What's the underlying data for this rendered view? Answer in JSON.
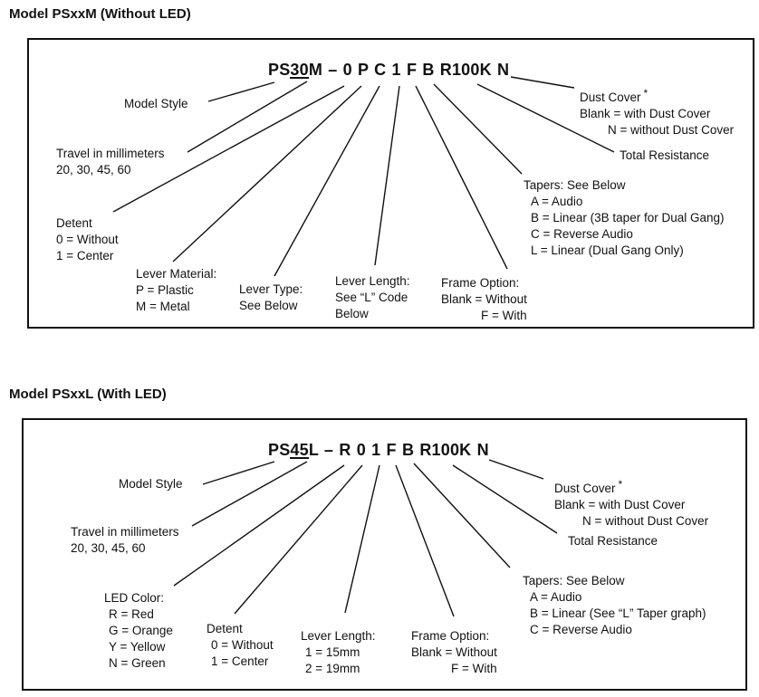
{
  "colors": {
    "text": "#111111",
    "line": "#111111",
    "background": "#ffffff"
  },
  "diagrams": [
    {
      "heading": "Model PSxxM (Without LED)",
      "part": {
        "pre": "PS",
        "travel": "30",
        "post": "M – 0 P C 1 F B R100K N"
      },
      "labels": {
        "model_style": "Model Style",
        "travel": [
          "Travel in millimeters",
          "20, 30, 45, 60"
        ],
        "detent": [
          "Detent",
          "0 = Without",
          "1 = Center"
        ],
        "lever_material": [
          "Lever Material:",
          "P = Plastic",
          "M = Metal"
        ],
        "lever_type": [
          "Lever Type:",
          "See Below"
        ],
        "lever_length": [
          "Lever Length:",
          "See “L” Code",
          "Below"
        ],
        "frame_option": [
          "Frame Option:",
          "Blank = Without",
          "F = With"
        ],
        "tapers": [
          "Tapers: See Below",
          "A = Audio",
          "B = Linear (3B taper for Dual Gang)",
          "C = Reverse Audio",
          "L = Linear (Dual Gang Only)"
        ],
        "total_resistance": "Total Resistance",
        "dust_cover": {
          "title": "Dust Cover",
          "star": "*",
          "lines": [
            "Blank = with Dust Cover",
            "N = without Dust Cover"
          ]
        }
      }
    },
    {
      "heading": "Model PSxxL (With LED)",
      "part": {
        "pre": "PS",
        "travel": "45",
        "post": "L – R 0 1 F B R100K N"
      },
      "labels": {
        "model_style": "Model Style",
        "travel": [
          "Travel in millimeters",
          "20, 30, 45, 60"
        ],
        "led_color": [
          "LED Color:",
          "R = Red",
          "G = Orange",
          "Y = Yellow",
          "N = Green"
        ],
        "detent": [
          "Detent",
          "0 = Without",
          "1 = Center"
        ],
        "lever_length": [
          "Lever Length:",
          "1 = 15mm",
          "2 = 19mm"
        ],
        "frame_option": [
          "Frame Option:",
          "Blank = Without",
          "F = With"
        ],
        "tapers": [
          "Tapers: See Below",
          "A = Audio",
          "B = Linear (See “L” Taper graph)",
          "C = Reverse Audio"
        ],
        "total_resistance": "Total Resistance",
        "dust_cover": {
          "title": "Dust Cover",
          "star": "*",
          "lines": [
            "Blank = with Dust Cover",
            "N = without Dust Cover"
          ]
        }
      }
    }
  ]
}
